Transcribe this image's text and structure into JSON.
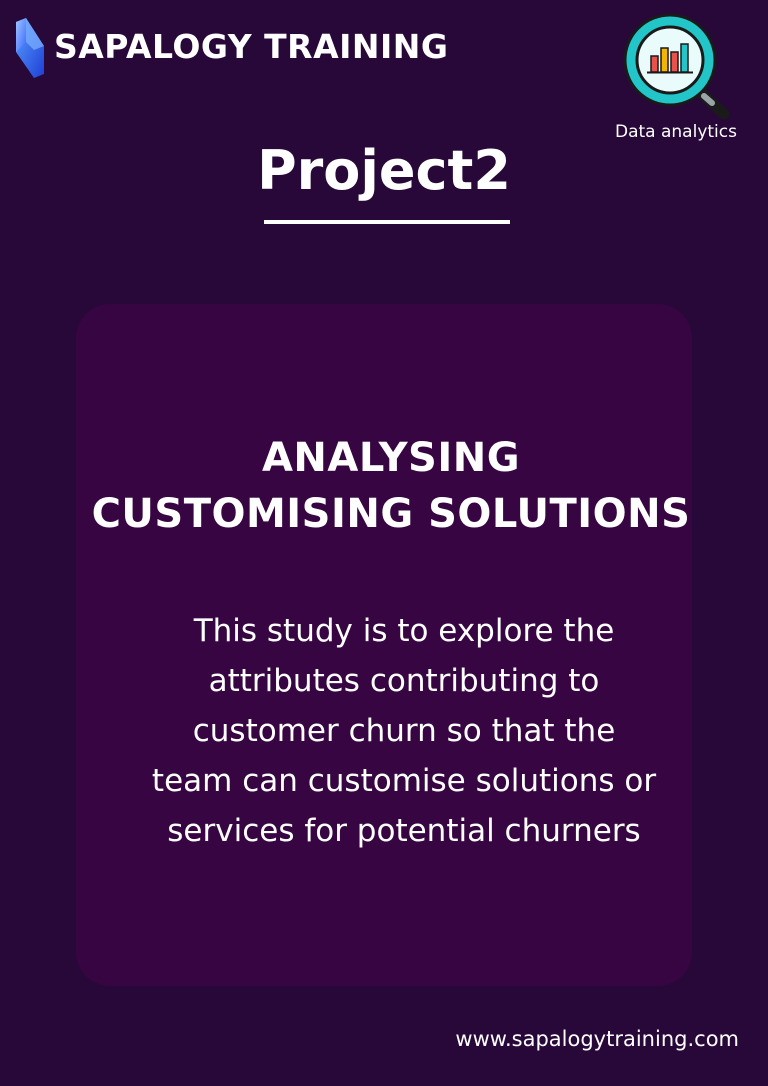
{
  "brand": {
    "name": "SAPALOGY TRAINING",
    "logo_icon": "sapalogy-logo-icon"
  },
  "badge": {
    "icon": "magnifier-bar-chart-icon",
    "label": "Data analytics"
  },
  "page": {
    "title": "Project2"
  },
  "card": {
    "heading_lines": [
      "ANALYSING",
      "CUSTOMISING SOLUTIONS"
    ],
    "body_lines": [
      "This study is to explore the",
      "attributes contributing to",
      "customer churn so that the",
      "team can customise solutions or",
      "services for potential churners"
    ]
  },
  "footer": {
    "website": "www.sapalogytraining.com"
  },
  "colors": {
    "background": "#280838",
    "card": "#370542",
    "text": "#ffffff",
    "logo_blue": "#2f6bff",
    "icon_teal": "#23c6c8"
  }
}
